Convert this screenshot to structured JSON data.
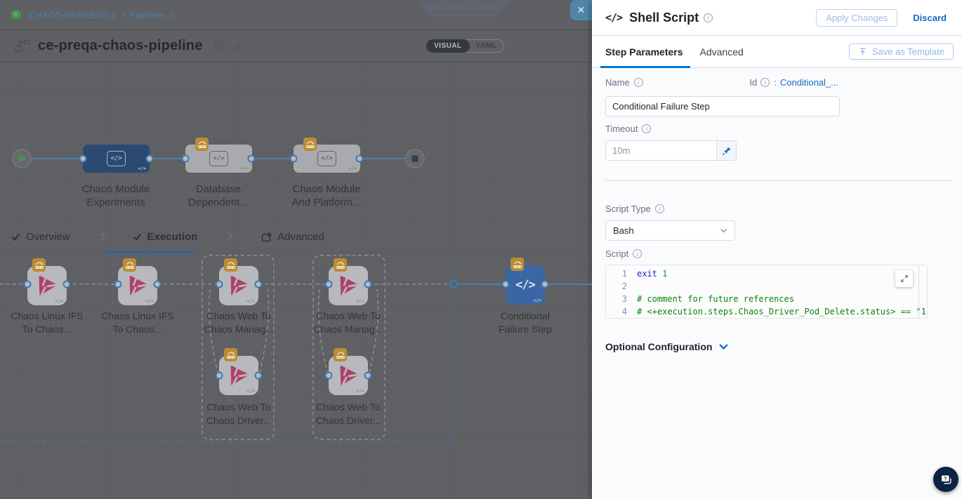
{
  "icons": {
    "close": "✕",
    "separator": "›",
    "info": "i",
    "code": "</>"
  },
  "breadcrumb": {
    "project": "CHAOS-HARNESS-0",
    "section": "Pipelines"
  },
  "studio_badge": "PIPELINE STUDIO",
  "pipeline": {
    "title": "ce-preqa-chaos-pipeline"
  },
  "view_toggle": {
    "visual": "VISUAL",
    "yaml": "YAML",
    "selected": "VISUAL"
  },
  "stage_graph": {
    "stages": [
      {
        "label": [
          "Chaos Module",
          "Experiments"
        ],
        "selected": true
      },
      {
        "label": [
          "Database",
          "Dependent..."
        ],
        "selected": false
      },
      {
        "label": [
          "Chaos Module",
          "And Platform..."
        ],
        "selected": false
      }
    ]
  },
  "stage_tabs": [
    {
      "label": "Overview",
      "selected": false
    },
    {
      "label": "Execution",
      "selected": true
    },
    {
      "label": "Advanced",
      "selected": false
    }
  ],
  "execution_graph": {
    "row1": [
      [
        "Chaos Linux IFS",
        "To Chaos..."
      ],
      [
        "Chaos Linux IFS",
        "To Chaos..."
      ],
      [
        "Chaos Web To",
        "Chaos Manag..."
      ],
      [
        "Chaos Web To",
        "Chaos Manag..."
      ]
    ],
    "row2": [
      [
        "Chaos Web To",
        "Chaos Driver..."
      ],
      [
        "Chaos Web To",
        "Chaos Driver..."
      ]
    ],
    "conditional": [
      "Conditional",
      "Failure Step"
    ]
  },
  "panel": {
    "title": "Shell Script",
    "apply_button": "Apply Changes",
    "discard_button": "Discard",
    "tabs": {
      "step_parameters": "Step Parameters",
      "advanced": "Advanced"
    },
    "save_as_template": "Save as Template",
    "name": {
      "label": "Name",
      "value": "Conditional Failure Step"
    },
    "id": {
      "label": "Id",
      "separator": ":",
      "value": "Conditional_..."
    },
    "timeout": {
      "label": "Timeout",
      "value": "10m"
    },
    "script_type": {
      "label": "Script Type",
      "value": "Bash"
    },
    "script": {
      "label": "Script",
      "lines": [
        {
          "num": "1",
          "t1": "exit",
          "t2": " ",
          "t3": "1"
        },
        {
          "num": "2",
          "t1": ""
        },
        {
          "num": "3",
          "t1": "# comment for future references"
        },
        {
          "num": "4",
          "t1": "# <+execution.steps.Chaos_Driver_Pod_Delete.status> == \"1"
        }
      ]
    },
    "optional_configuration": "Optional Configuration"
  },
  "colors": {
    "accent": "#0278d5",
    "link": "#1a6ac2",
    "selected_node": "#3a67a3",
    "chaos_logo": "#b04068",
    "barrier": "#bb8c34"
  }
}
